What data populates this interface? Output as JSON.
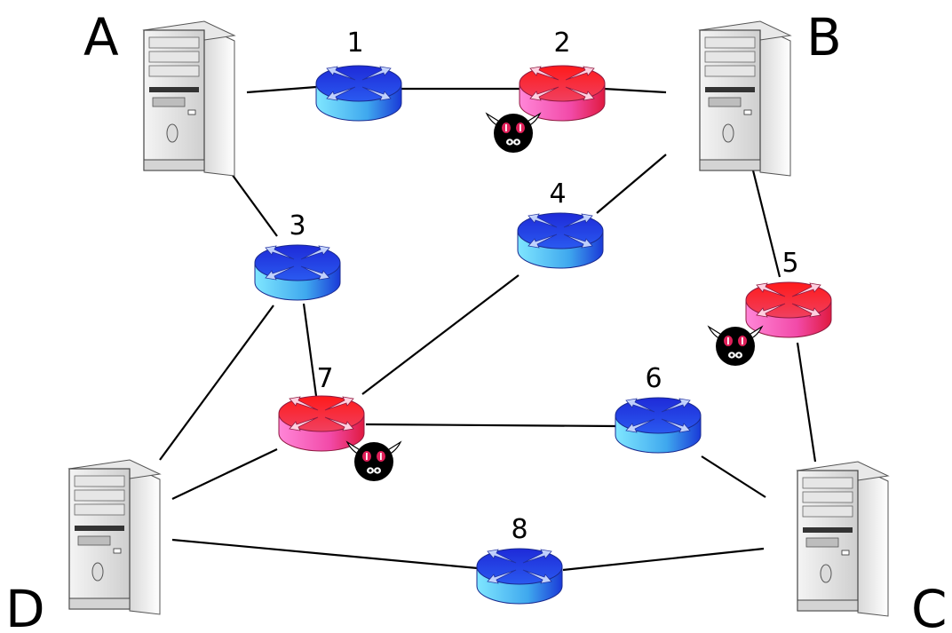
{
  "hosts": {
    "A": {
      "label": "A"
    },
    "B": {
      "label": "B"
    },
    "C": {
      "label": "C"
    },
    "D": {
      "label": "D"
    }
  },
  "routers": [
    {
      "id": "1",
      "label": "1",
      "compromised": false
    },
    {
      "id": "2",
      "label": "2",
      "compromised": true
    },
    {
      "id": "3",
      "label": "3",
      "compromised": false
    },
    {
      "id": "4",
      "label": "4",
      "compromised": false
    },
    {
      "id": "5",
      "label": "5",
      "compromised": true
    },
    {
      "id": "6",
      "label": "6",
      "compromised": false
    },
    {
      "id": "7",
      "label": "7",
      "compromised": true
    },
    {
      "id": "8",
      "label": "8",
      "compromised": false
    }
  ],
  "links": [
    [
      "A",
      "1"
    ],
    [
      "1",
      "2"
    ],
    [
      "2",
      "B"
    ],
    [
      "A",
      "3"
    ],
    [
      "3",
      "7"
    ],
    [
      "3",
      "D"
    ],
    [
      "B",
      "4"
    ],
    [
      "4",
      "7"
    ],
    [
      "B",
      "5"
    ],
    [
      "5",
      "C"
    ],
    [
      "7",
      "6"
    ],
    [
      "6",
      "C"
    ],
    [
      "7",
      "D"
    ],
    [
      "D",
      "8"
    ],
    [
      "8",
      "C"
    ]
  ],
  "colors": {
    "router_normal_top": "#1f2fe0",
    "router_normal_side": "#5fd0f0",
    "router_compromised_top": "#f01a2a",
    "router_compromised_side": "#f070c0",
    "pig": "#000000",
    "pig_eyes": "#e0205a"
  }
}
